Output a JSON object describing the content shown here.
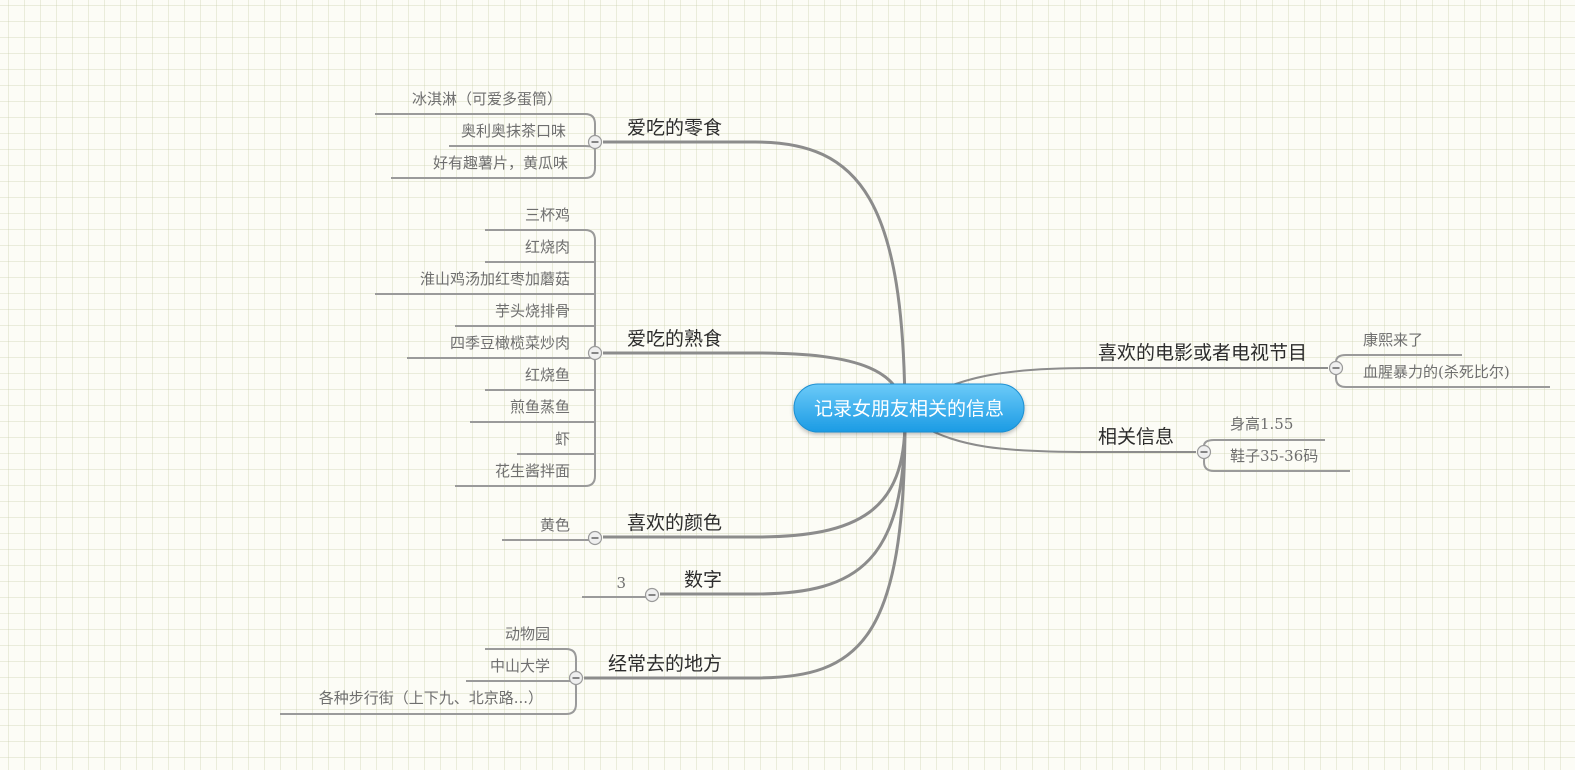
{
  "root": {
    "label": "记录女朋友相关的信息"
  },
  "topics": {
    "snacks": {
      "label": "爱吃的零食",
      "items": [
        "冰淇淋（可爱多蛋筒）",
        "奥利奥抹茶口味",
        "好有趣薯片，黄瓜味"
      ]
    },
    "cooked": {
      "label": "爱吃的熟食",
      "items": [
        "三杯鸡",
        "红烧肉",
        "淮山鸡汤加红枣加蘑菇",
        "芋头烧排骨",
        "四季豆橄榄菜炒肉",
        "红烧鱼",
        "煎鱼蒸鱼",
        "虾",
        "花生酱拌面"
      ]
    },
    "color": {
      "label": "喜欢的颜色",
      "items": [
        "黄色"
      ]
    },
    "number": {
      "label": "数字",
      "items": [
        "3"
      ]
    },
    "places": {
      "label": "经常去的地方",
      "items": [
        "动物园",
        "中山大学",
        "各种步行街（上下九、北京路...）"
      ]
    },
    "movies": {
      "label": "喜欢的电影或者电视节目",
      "items": [
        "康熙来了",
        "血腥暴力的(杀死比尔)"
      ]
    },
    "info": {
      "label": "相关信息",
      "items": [
        "身高1.55",
        "鞋子35-36码"
      ]
    }
  },
  "colors": {
    "root_fill_top": "#5cc2f7",
    "root_fill_bottom": "#1e9fe6",
    "branch": "#8c8c8c"
  }
}
